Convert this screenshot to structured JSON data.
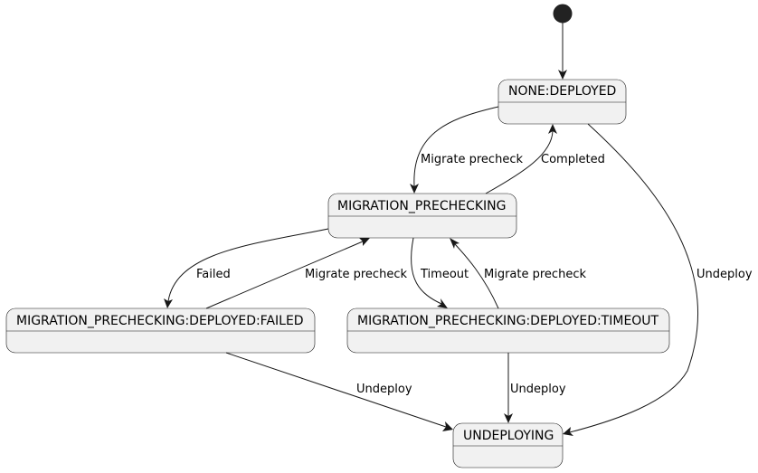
{
  "colors": {
    "state_fill": "#f1f1f1",
    "state_border": "#181818",
    "start_fill": "#222222",
    "edge": "#181818",
    "text": "#000000",
    "background": "#ffffff"
  },
  "diagram": {
    "type": "state-diagram",
    "states": [
      {
        "id": "none_deployed",
        "name": "NONE:DEPLOYED"
      },
      {
        "id": "migration_prechecking",
        "name": "MIGRATION_PRECHECKING"
      },
      {
        "id": "failed",
        "name": "MIGRATION_PRECHECKING:DEPLOYED:FAILED"
      },
      {
        "id": "timeout",
        "name": "MIGRATION_PRECHECKING:DEPLOYED:TIMEOUT"
      },
      {
        "id": "undeploying",
        "name": "UNDEPLOYING"
      }
    ],
    "transitions": [
      {
        "from": "start",
        "to": "none_deployed",
        "label": ""
      },
      {
        "from": "none_deployed",
        "to": "migration_prechecking",
        "label": "Migrate precheck"
      },
      {
        "from": "migration_prechecking",
        "to": "none_deployed",
        "label": "Completed"
      },
      {
        "from": "none_deployed",
        "to": "undeploying",
        "label": "Undeploy"
      },
      {
        "from": "migration_prechecking",
        "to": "failed",
        "label": "Failed"
      },
      {
        "from": "failed",
        "to": "migration_prechecking",
        "label": "Migrate precheck"
      },
      {
        "from": "migration_prechecking",
        "to": "timeout",
        "label": "Timeout"
      },
      {
        "from": "timeout",
        "to": "migration_prechecking",
        "label": "Migrate precheck"
      },
      {
        "from": "failed",
        "to": "undeploying",
        "label": "Undeploy"
      },
      {
        "from": "timeout",
        "to": "undeploying",
        "label": "Undeploy"
      }
    ]
  }
}
